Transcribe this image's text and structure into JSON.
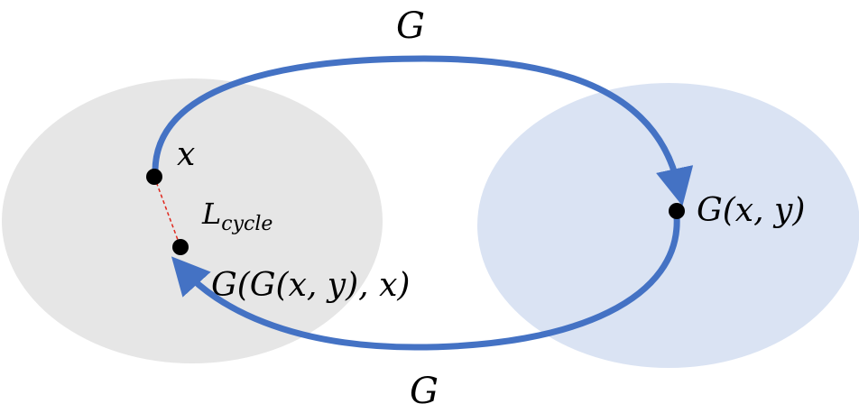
{
  "diagram": {
    "top_arrow_label": "G",
    "bottom_arrow_label": "G",
    "point_x_label": "x",
    "point_gxy_label": "G(x, y)",
    "point_reconstructed_label": "G(G(x, y), x)",
    "loss_label_main": "L",
    "loss_label_sub": "cycle"
  },
  "colors": {
    "left_domain_fill": "#e6e6e6",
    "right_domain_fill": "#dae3f3",
    "arrow": "#4472c4",
    "cycle_loss_line": "#e0281e",
    "point": "#000000"
  }
}
